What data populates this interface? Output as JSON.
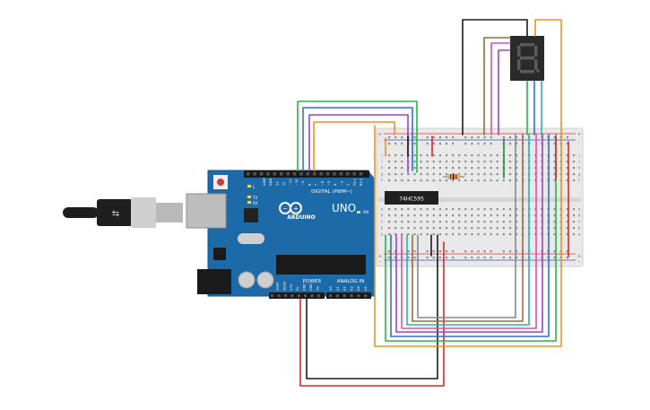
{
  "colors": {
    "background": "#ffffff",
    "arduino_board": "#1c6aa8",
    "arduino_edge": "#14548a",
    "header_black": "#1a1a1a",
    "breadboard": "#e9e9e9",
    "breadboard_hole": "#8d8d8d",
    "rail_red": "#d33b3b",
    "rail_blue": "#3c4fb0",
    "chip_black": "#202020",
    "usb_cable": "#1e1e1e",
    "usb_plug": "#cfcfcf",
    "seven_seg_body": "#2a2a2a",
    "seven_seg_segment": "#5a5a5a",
    "resistor_body": "#d9b27a",
    "wire_black": "#1a1a1a",
    "wire_red": "#d22b2b",
    "wire_green": "#2bb34a",
    "wire_blue": "#2d6fd8",
    "wire_orange": "#f0901e",
    "wire_brown": "#9c6a3a",
    "wire_purple": "#a23ec4",
    "wire_pink": "#e04fa8",
    "wire_teal": "#22b3b0",
    "wire_gray": "#888888",
    "wire_darkgreen": "#1f8a3a"
  },
  "arduino": {
    "model": "UNO",
    "brand": "ARDUINO",
    "digital_label": "DIGITAL (PWM~)",
    "power_label": "POWER",
    "analog_label": "ANALOG IN",
    "pin_labels_top": [
      "AREF",
      "GND",
      "13",
      "12",
      "~11",
      "~10",
      "~9",
      "8",
      "7",
      "~6",
      "~5",
      "4",
      "~3",
      "2",
      "TX 1",
      "RX 0"
    ],
    "tx_label": "TX",
    "rx_label": "RX",
    "l_label": "L",
    "on_label": "ON",
    "power_pins": [
      "IOREF",
      "RESET",
      "3.3V",
      "5V",
      "GND",
      "GND",
      "Vin"
    ],
    "analog_pins": [
      "A0",
      "A1",
      "A2",
      "A3",
      "A4",
      "A5"
    ]
  },
  "chip": {
    "label": "74HC595"
  },
  "breadboard": {
    "row_letters_top": [
      "j",
      "i",
      "h",
      "g",
      "f"
    ],
    "row_letters_bottom": [
      "e",
      "d",
      "c",
      "b",
      "a"
    ],
    "plus": "+",
    "minus": "-"
  },
  "seven_segment": {
    "digit": "8"
  }
}
